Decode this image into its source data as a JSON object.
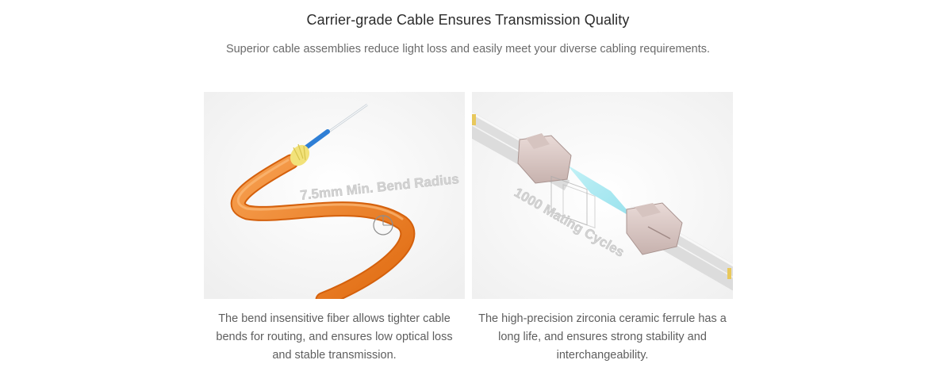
{
  "header": {
    "title": "Carrier-grade Cable Ensures Transmission Quality",
    "subtitle": "Superior cable assemblies reduce light loss and easily meet your diverse cabling requirements."
  },
  "features": [
    {
      "image_label": "7.5mm Min. Bend Radius",
      "caption": "The bend insensitive fiber allows tighter cable bends for routing, and ensures low optical loss and stable transmission."
    },
    {
      "image_label": "1000 Mating Cycles",
      "caption": "The high-precision zirconia ceramic ferrule has a long life, and ensures strong stability and interchangeability."
    }
  ],
  "colors": {
    "cable_orange": "#f0821e",
    "fiber_blue": "#2f7fd6",
    "kevlar_yellow": "#f2e27a",
    "light_beam": "#8fe3ee"
  }
}
